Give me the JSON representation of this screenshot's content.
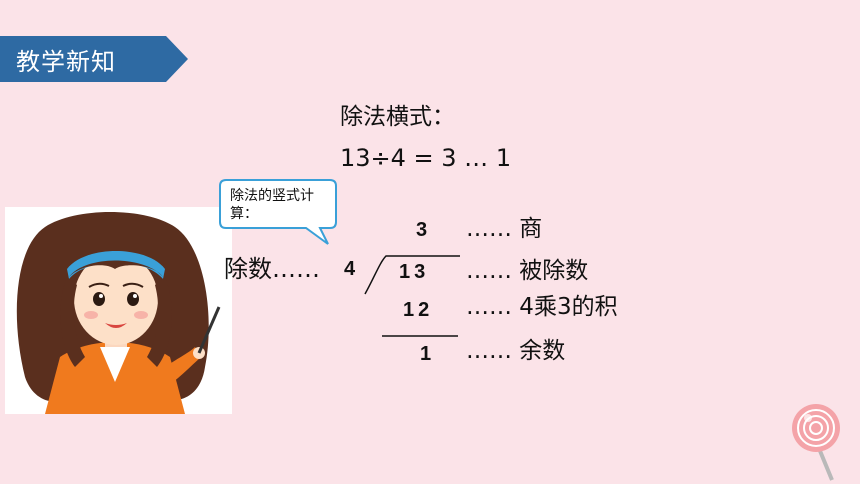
{
  "banner": {
    "title": "教学新知",
    "color": "#2e6aa3"
  },
  "content": {
    "subtitle": "除法横式：",
    "equation": "13÷4 = 3 … 1"
  },
  "bubble": {
    "text": "除法的竖式计算："
  },
  "long_division": {
    "divisor_label": "除数……",
    "divisor": "4",
    "quotient": "3",
    "dividend": "13",
    "product": "12",
    "remainder": "1",
    "quotient_label": "…… 商",
    "dividend_label": "…… 被除数",
    "product_label": "…… 4乘3的积",
    "remainder_label": "…… 余数"
  },
  "colors": {
    "background": "#fbe3e8",
    "bubble_border": "#3aa0d8"
  },
  "icons": [
    "teacher-illustration",
    "lollipop-icon"
  ]
}
